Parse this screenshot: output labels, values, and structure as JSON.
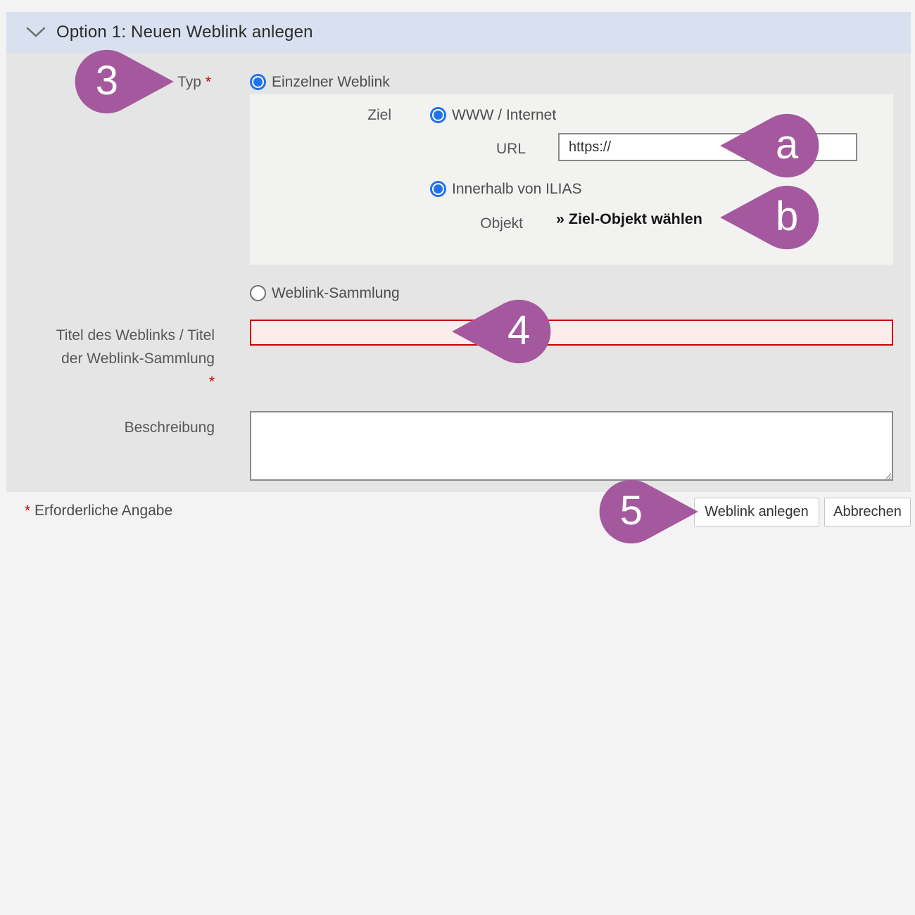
{
  "header": {
    "title": "Option 1: Neuen Weblink anlegen",
    "collapse_icon": "chevron-down"
  },
  "form": {
    "typ_label": "Typ",
    "required_mark": "*",
    "type_options": {
      "single": "Einzelner Weblink",
      "collection": "Weblink-Sammlung"
    },
    "ziel_label": "Ziel",
    "target_options": {
      "www": "WWW / Internet",
      "ilias": "Innerhalb von ILIAS"
    },
    "url_label": "URL",
    "url_value": "https://",
    "objekt_label": "Objekt",
    "objekt_link": "» Ziel-Objekt wählen",
    "titel_label_line1": "Titel des Weblinks / Titel",
    "titel_label_line2": "der Weblink-Sammlung",
    "titel_value": "",
    "beschreibung_label": "Beschreibung",
    "beschreibung_value": ""
  },
  "footer": {
    "required_mark": "*",
    "required_note": "Erforderliche Angabe",
    "submit_label": "Weblink anlegen",
    "cancel_label": "Abbrechen"
  },
  "markers": {
    "m3": "3",
    "ma": "a",
    "mb": "b",
    "m4": "4",
    "m5": "5"
  },
  "colors": {
    "annotation_purple": "#a4599e",
    "radio_selected_blue": "#2273e8",
    "error_red": "#cc0000",
    "error_fill_pink": "#fdecec",
    "header_bar_blue": "#d9e0ef",
    "form_background": "#e6e5e5",
    "sub_panel_background": "#f2f2f1"
  }
}
